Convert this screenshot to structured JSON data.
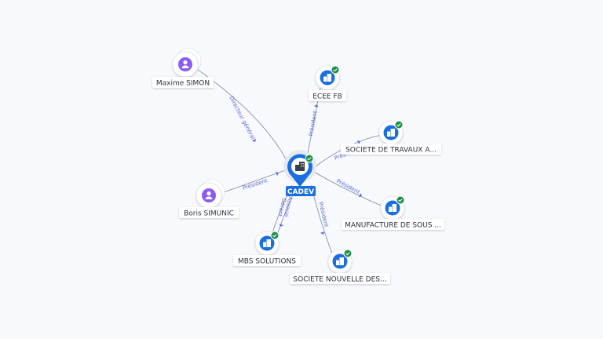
{
  "center": {
    "label": "CADEV",
    "icon": "company-icon",
    "verified": true,
    "color": "#1a6fe0"
  },
  "nodes": [
    {
      "id": "maxime",
      "label": "Maxime SIMON",
      "type": "person",
      "icon": "person-icon"
    },
    {
      "id": "boris",
      "label": "Boris SIMUNIC",
      "type": "person",
      "icon": "person-icon"
    },
    {
      "id": "ecee",
      "label": "ECEE FB",
      "type": "company",
      "icon": "company-icon",
      "verified": true
    },
    {
      "id": "travaux",
      "label": "SOCIETE DE TRAVAUX A...",
      "type": "company",
      "icon": "company-icon",
      "verified": true
    },
    {
      "id": "manufacture",
      "label": "MANUFACTURE DE SOUS ...",
      "type": "company",
      "icon": "company-icon",
      "verified": true
    },
    {
      "id": "nouvelle",
      "label": "SOCIETE NOUVELLE DES...",
      "type": "company",
      "icon": "company-icon",
      "verified": true
    },
    {
      "id": "mbs",
      "label": "MBS SOLUTIONS",
      "type": "company",
      "icon": "company-icon",
      "verified": true
    }
  ],
  "edges": [
    {
      "to": "maxime",
      "label": "Directeur général"
    },
    {
      "to": "boris",
      "label": "Président"
    },
    {
      "to": "ecee",
      "label": "Président"
    },
    {
      "to": "travaux",
      "label": "Président"
    },
    {
      "to": "manufacture",
      "label": "Président"
    },
    {
      "to": "nouvelle",
      "label": "Président"
    },
    {
      "to": "mbs",
      "label": "Gérant"
    },
    {
      "to": "mbs",
      "label": "Associé"
    }
  ],
  "colors": {
    "person": "#8b5cf6",
    "company": "#1a6fe0",
    "check": "#1e8e4a",
    "edge": "#7d8796",
    "edge_label": "#5b6ad6"
  }
}
